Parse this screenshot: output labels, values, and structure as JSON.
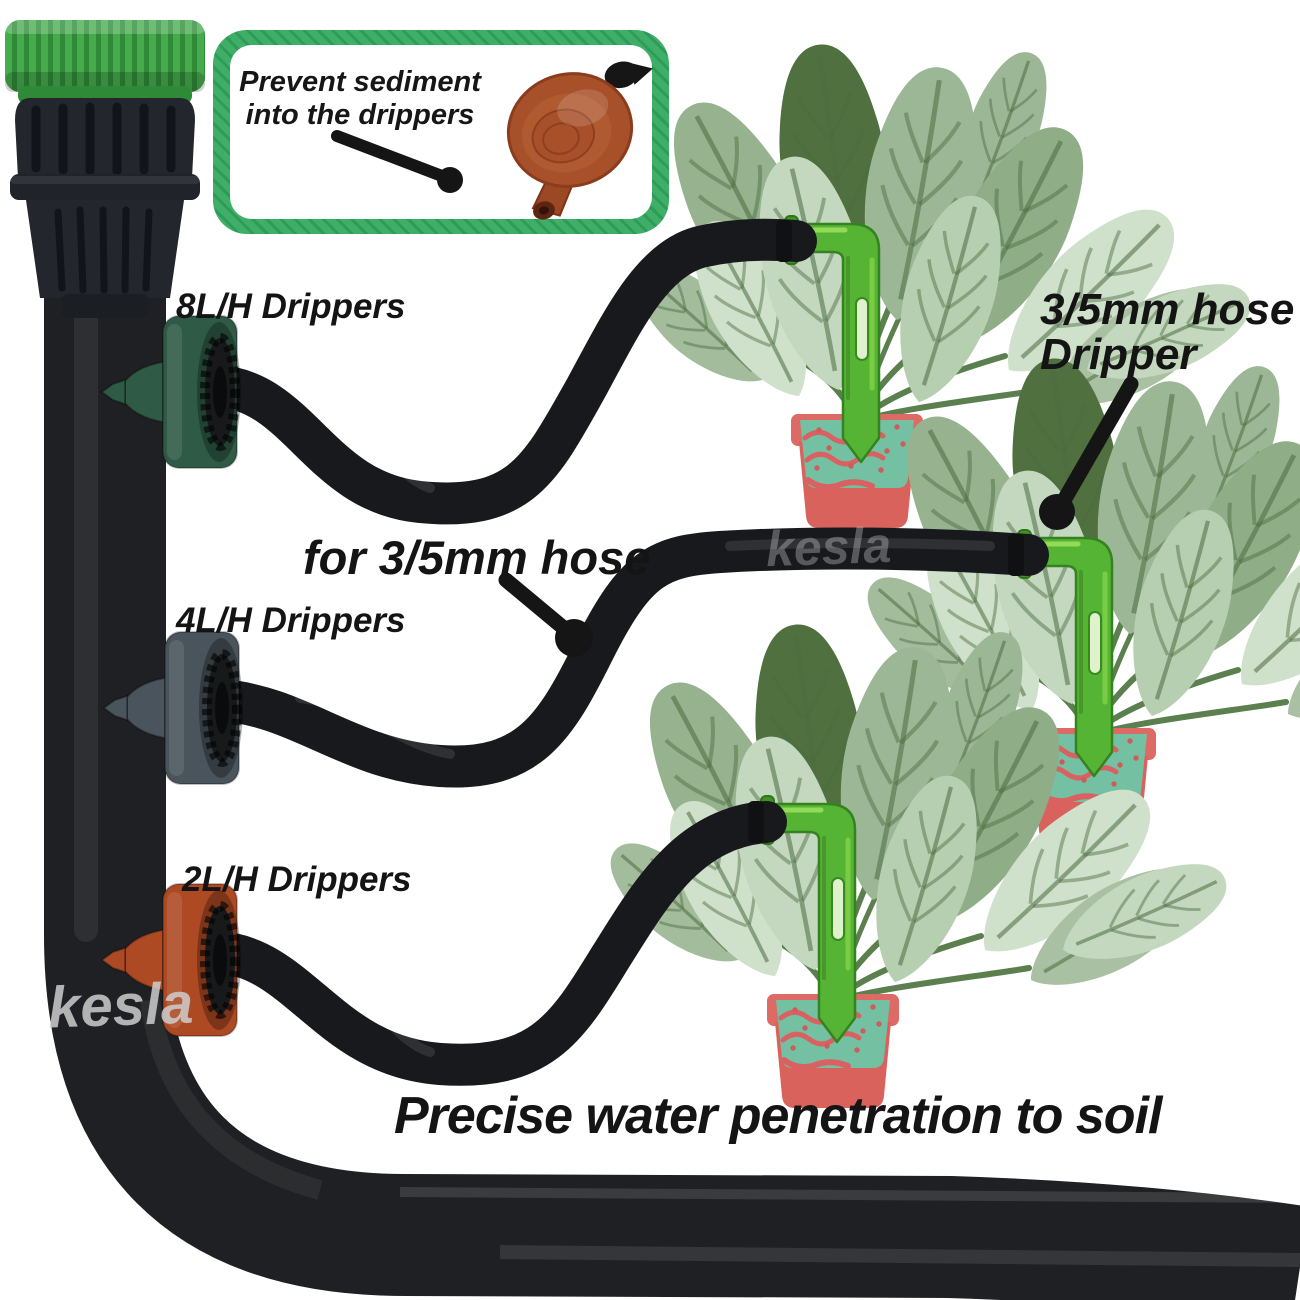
{
  "callout": {
    "line1": "Prevent sediment",
    "line2": "into the drippers"
  },
  "labels": {
    "dripper_8lh": "8L/H Drippers",
    "dripper_4lh": "4L/H Drippers",
    "dripper_2lh": "2L/H Drippers",
    "hose_size_note": "for 3/5mm hose",
    "stake_note_line1": "3/5mm hose",
    "stake_note_line2": "Dripper",
    "bottom_caption": "Precise water penetration to soil"
  },
  "watermark": {
    "text": "kesla"
  },
  "colors": {
    "callout_border_green": "#3fae68",
    "callout_stripe_green": "#2f9b58",
    "callout_dripper_brown": "#a8502a",
    "faucet_ring_green": "#46ab4d",
    "connector_black": "#23262d",
    "tube_black": "#1e2023",
    "hose_black": "#17191c",
    "dripper_8lh_green": "#2f5b46",
    "dripper_4lh_gray": "#49545c",
    "dripper_2lh_red": "#ad4a24",
    "stake_green": "#55b434",
    "pot_red": "#dd6a64",
    "soil_teal": "#74c0a2",
    "soil_line_red": "#d96161",
    "leaf_dark_green": "#50713f",
    "leaf_sage_green": "#9cb795",
    "leaf_pale_green": "#cfe0cb",
    "arrow_black": "#151515",
    "watermark_gray": "#c8c8c8"
  }
}
